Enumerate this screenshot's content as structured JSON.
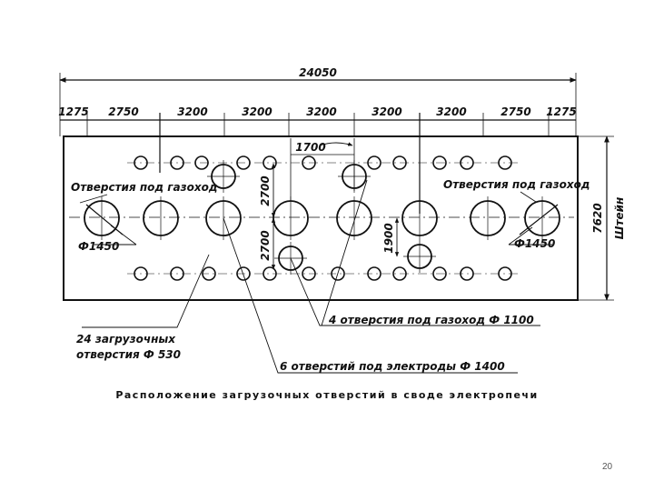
{
  "dimensions": {
    "total_width": "24050",
    "segments": [
      "1275",
      "2750",
      "3200",
      "3200",
      "3200",
      "3200",
      "3200",
      "2750",
      "1275"
    ],
    "offset_1700": "1700",
    "v_2700_upper": "2700",
    "v_2700_lower": "2700",
    "v_1900": "1900",
    "height_7620": "7620",
    "side_label": "Штейн"
  },
  "labels": {
    "gas_left": "Отверстия под газоход",
    "gas_right": "Отверстия под газоход",
    "dia_left": "Ф1450",
    "dia_right": "Ф1450",
    "loading_line1": "24 загрузочных",
    "loading_line2": "отверстия Ф 530",
    "gas_outlet": "4 отверстия под газоход Ф 1100",
    "electrodes": "6 отверстий под электроды Ф 1400"
  },
  "caption": "Расположение загрузочных отверстий в своде электропечи",
  "page_number": "20"
}
